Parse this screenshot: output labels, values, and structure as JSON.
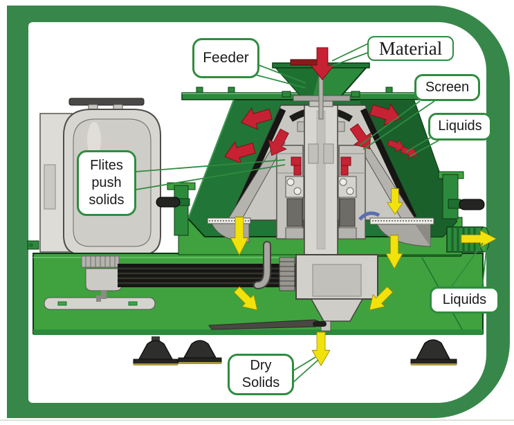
{
  "diagram": {
    "labels": {
      "feeder": "Feeder",
      "material": "Material",
      "screen": "Screen",
      "liquids_top": "Liquids",
      "flites_push_solids": "Flites push solids",
      "liquids_outlet": "Liquids",
      "dry_solids": "Dry Solids"
    }
  },
  "colors": {
    "frame_green": "#37874A",
    "callout_border": "#2F8C3F",
    "machine_light_green": "#3FA23F",
    "machine_dark_green": "#217536",
    "arrow_red": "#C62233",
    "arrow_yellow": "#F2E20C"
  }
}
